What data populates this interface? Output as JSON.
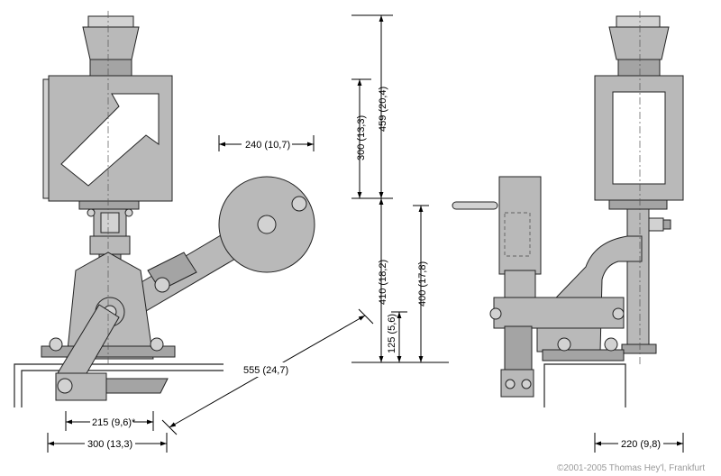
{
  "dimensions": {
    "h240": "240 (10,7)",
    "v459": "459 (20,4)",
    "v300": "300 (13,3)",
    "v410": "410 (18,2)",
    "v400": "400 (17,8)",
    "v125": "125 (5,6)",
    "d555": "555 (24,7)",
    "h215": "215 (9,6)*",
    "h300": "300 (13,3)",
    "h220": "220 (9,8)"
  },
  "copyright": "©2001-2005 Thomas Hey'l, Frankfurt"
}
